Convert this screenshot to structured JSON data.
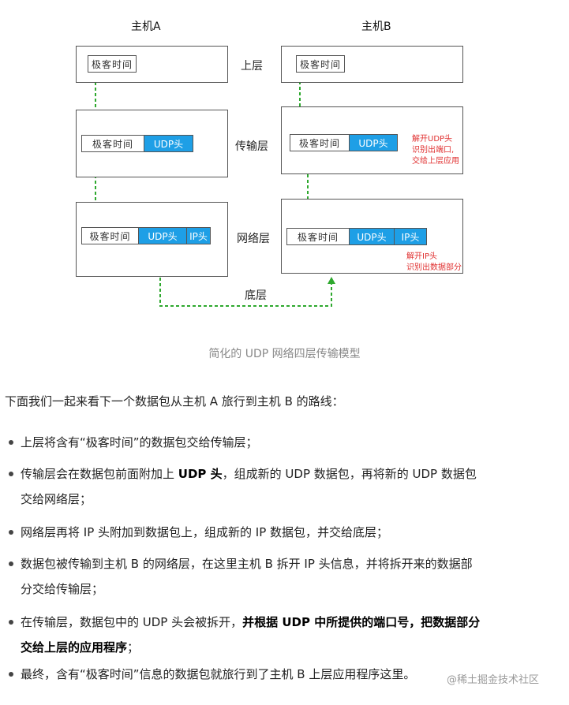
{
  "diagram": {
    "host_a_title": "主机A",
    "host_b_title": "主机B",
    "layers": {
      "top": "上层",
      "transport": "传输层",
      "network": "网络层",
      "bottom": "底层"
    },
    "data_label": "极客时间",
    "udp_header": "UDP头",
    "ip_header": "IP头",
    "note_transport": [
      "解开UDP头",
      "识别出端口,",
      "交给上层应用"
    ],
    "note_network": [
      "解开IP头",
      "识别出数据部分"
    ],
    "colors": {
      "header_blue": "#1e9fe6",
      "arrow_green": "#2ea82e",
      "note_red": "#e03030"
    }
  },
  "caption": "简化的 UDP 网络四层传输模型",
  "intro": "下面我们一起来看下一个数据包从主机 A 旅行到主机 B 的路线：",
  "bullets": [
    {
      "lines": [
        [
          {
            "text": "上层将含有“极客时间”的数据包交给传输层；",
            "bold": false
          }
        ]
      ]
    },
    {
      "lines": [
        [
          {
            "text": "传输层会在数据包前面附加上 ",
            "bold": false
          },
          {
            "text": "UDP 头",
            "bold": true
          },
          {
            "text": "，组成新的 UDP 数据包，再将新的 UDP 数据包",
            "bold": false
          }
        ],
        [
          {
            "text": "交给网络层；",
            "bold": false
          }
        ]
      ]
    },
    {
      "lines": [
        [
          {
            "text": "网络层再将 IP 头附加到数据包上，组成新的 IP 数据包，并交给底层；",
            "bold": false
          }
        ]
      ]
    },
    {
      "lines": [
        [
          {
            "text": "数据包被传输到主机 B 的网络层，在这里主机 B 拆开 IP 头信息，并将拆开来的数据部",
            "bold": false
          }
        ],
        [
          {
            "text": "分交给传输层；",
            "bold": false
          }
        ]
      ]
    },
    {
      "lines": [
        [
          {
            "text": "在传输层，数据包中的 UDP 头会被拆开，",
            "bold": false
          },
          {
            "text": "并根据 UDP 中所提供的端口号，把数据部分",
            "bold": true
          }
        ],
        [
          {
            "text": "交给上层的应用程序",
            "bold": true
          },
          {
            "text": "；",
            "bold": false
          }
        ]
      ]
    },
    {
      "lines": [
        [
          {
            "text": "最终，含有“极客时间”信息的数据包就旅行到了主机 B 上层应用程序这里。",
            "bold": false
          }
        ]
      ]
    }
  ],
  "watermark": "@稀土掘金技术社区"
}
